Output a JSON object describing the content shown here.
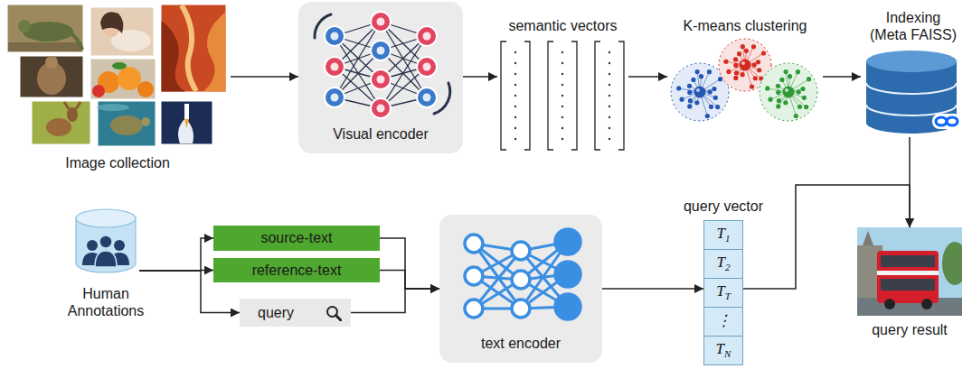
{
  "diagram": {
    "nodes": [
      {
        "text": [
          "Image collection"
        ]
      },
      {
        "text": [
          "Visual encoder"
        ]
      },
      {
        "text": [
          "semantic vectors"
        ]
      },
      {
        "text": [
          "K-means clustering"
        ]
      },
      {
        "text": [
          "Indexing (Meta FAISS)"
        ]
      },
      {
        "text": [
          "Human Annotations"
        ]
      },
      {
        "text": [
          "source-text"
        ]
      },
      {
        "text": [
          "reference-text"
        ]
      },
      {
        "text": [
          "query"
        ]
      },
      {
        "text": [
          "text encoder"
        ]
      },
      {
        "text": [
          "query vector"
        ]
      },
      {
        "text": [
          "T1"
        ],
        "in": 10
      },
      {
        "text": [
          "T2"
        ],
        "in": 10
      },
      {
        "text": [
          "TT"
        ],
        "in": 10
      },
      {
        "text": [
          "⋮"
        ],
        "in": 10
      },
      {
        "text": [
          "TN"
        ],
        "in": 10
      },
      {
        "text": [
          "query result"
        ]
      }
    ],
    "edges": [
      {
        "from": 0,
        "to": 1,
        "arrow": "to"
      },
      {
        "from": 1,
        "to": 2,
        "arrow": "to"
      },
      {
        "from": 2,
        "to": 3,
        "arrow": "to"
      },
      {
        "from": 3,
        "to": 4,
        "arrow": "to"
      },
      {
        "from": 4,
        "to": 16,
        "arrow": "to"
      },
      {
        "from": 5,
        "to": 6,
        "arrow": "to"
      },
      {
        "from": 5,
        "to": 7,
        "arrow": "to"
      },
      {
        "from": 5,
        "to": 8,
        "arrow": "to"
      },
      {
        "from": 6,
        "to": 9,
        "arrow": "to"
      },
      {
        "from": 7,
        "to": 9,
        "arrow": "to"
      },
      {
        "from": 8,
        "to": 9,
        "arrow": "to"
      },
      {
        "from": 9,
        "to": 10,
        "arrow": "to"
      },
      {
        "from": 10,
        "to": 16,
        "arrow": "to"
      }
    ]
  }
}
